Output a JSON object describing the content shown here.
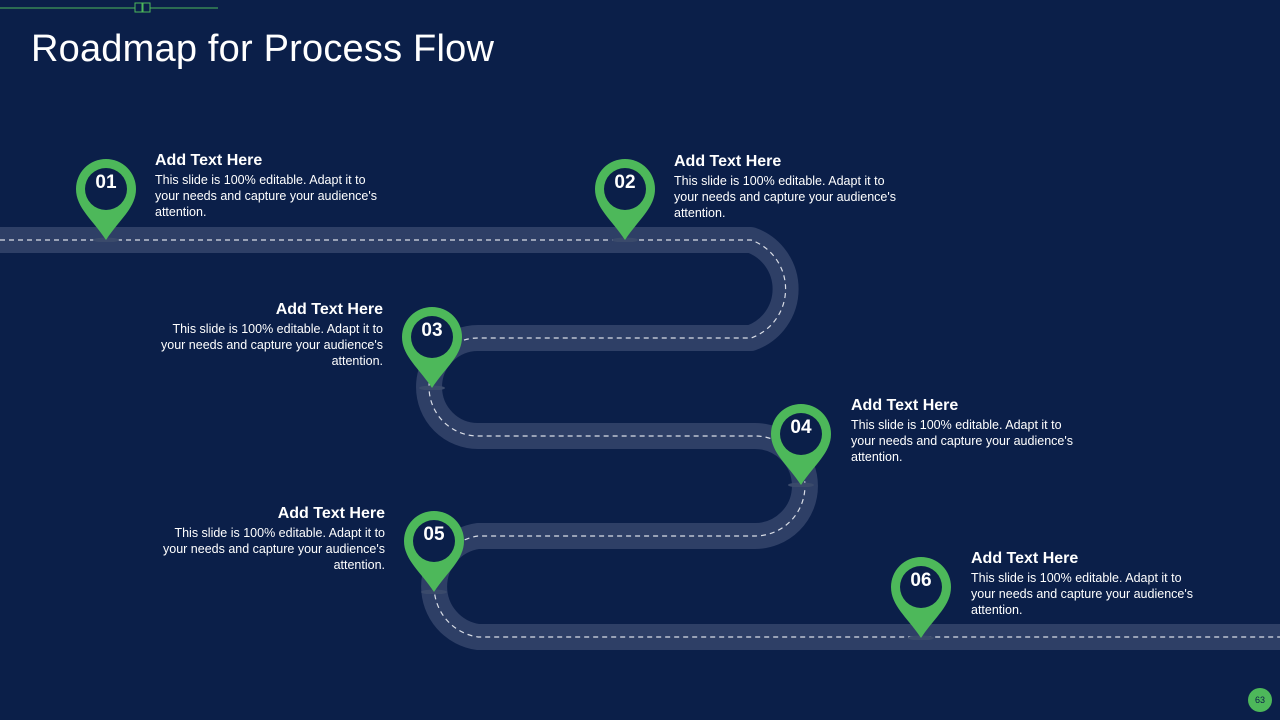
{
  "title": "Roadmap for Process Flow",
  "colors": {
    "background": "#0b1f49",
    "road": "#2e3f66",
    "accent": "#4db85a",
    "text": "#ffffff"
  },
  "steps": [
    {
      "number": "01",
      "heading": "Add Text Here",
      "body": "This slide is 100% editable. Adapt it to your needs and capture your audience's attention."
    },
    {
      "number": "02",
      "heading": "Add Text Here",
      "body": "This slide is 100% editable. Adapt it to your needs and capture your audience's attention."
    },
    {
      "number": "03",
      "heading": "Add Text Here",
      "body": "This slide is 100% editable. Adapt it to your needs and capture your audience's attention."
    },
    {
      "number": "04",
      "heading": "Add Text Here",
      "body": "This slide is 100% editable. Adapt it to your needs and capture your audience's attention."
    },
    {
      "number": "05",
      "heading": "Add Text Here",
      "body": "This slide is 100% editable. Adapt it to your needs and capture your audience's attention."
    },
    {
      "number": "06",
      "heading": "Add Text Here",
      "body": "This slide is 100% editable. Adapt it to your needs and capture your audience's attention."
    }
  ],
  "page_number": "63"
}
